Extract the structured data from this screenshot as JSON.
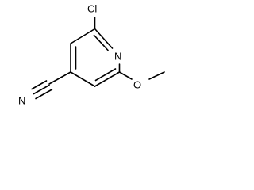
{
  "molecule": {
    "atoms": {
      "chlorine": "Cl",
      "ring_nitrogen": "N",
      "nitrile_nitrogen": "N",
      "oxygen": "O"
    }
  }
}
